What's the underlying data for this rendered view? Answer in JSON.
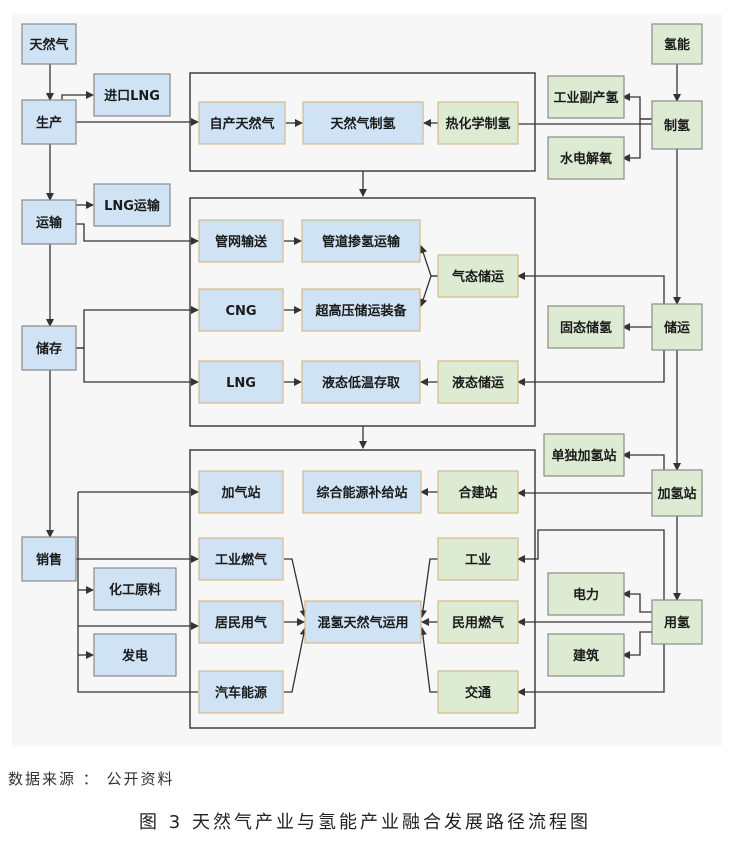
{
  "nodes": {
    "natural_gas": "天然气",
    "production": "生产",
    "import_lng": "进口LNG",
    "transport": "运输",
    "lng_transport": "LNG运输",
    "storage": "储存",
    "sales": "销售",
    "chemical_feedstock": "化工原料",
    "power_generation": "发电",
    "hydrogen_energy": "氢能",
    "industrial_byproduct_h2": "工业副产氢",
    "hydrogen_production": "制氢",
    "water_electrolysis": "水电解氧",
    "solid_storage": "固态储氢",
    "storage_transport": "储运",
    "standalone_station": "单独加氢站",
    "refueling_station": "加氢站",
    "electricity": "电力",
    "hydrogen_use": "用氢",
    "construction": "建筑",
    "self_produced_gas": "自产天然气",
    "gas_to_hydrogen": "天然气制氢",
    "thermochemical_h2": "热化学制氢",
    "pipeline_network": "管网输送",
    "pipeline_blend": "管道掺氢运输",
    "cng": "CNG",
    "ultra_high_pressure": "超高压储运装备",
    "gaseous_transport": "气态储运",
    "lng": "LNG",
    "liquid_low_temp": "液态低温存取",
    "liquid_transport": "液态储运",
    "gas_station": "加气站",
    "integrated_supply": "综合能源补给站",
    "co_built_station": "合建站",
    "industrial_fuel": "工业燃气",
    "industry": "工业",
    "residential_gas": "居民用气",
    "blended_gas_use": "混氢天然气运用",
    "civil_gas": "民用燃气",
    "vehicle_energy": "汽车能源",
    "traffic": "交通"
  },
  "source_text": "数据来源 ： 公开资料",
  "caption": "图 3  天然气产业与氢能产业融合发展路径流程图"
}
